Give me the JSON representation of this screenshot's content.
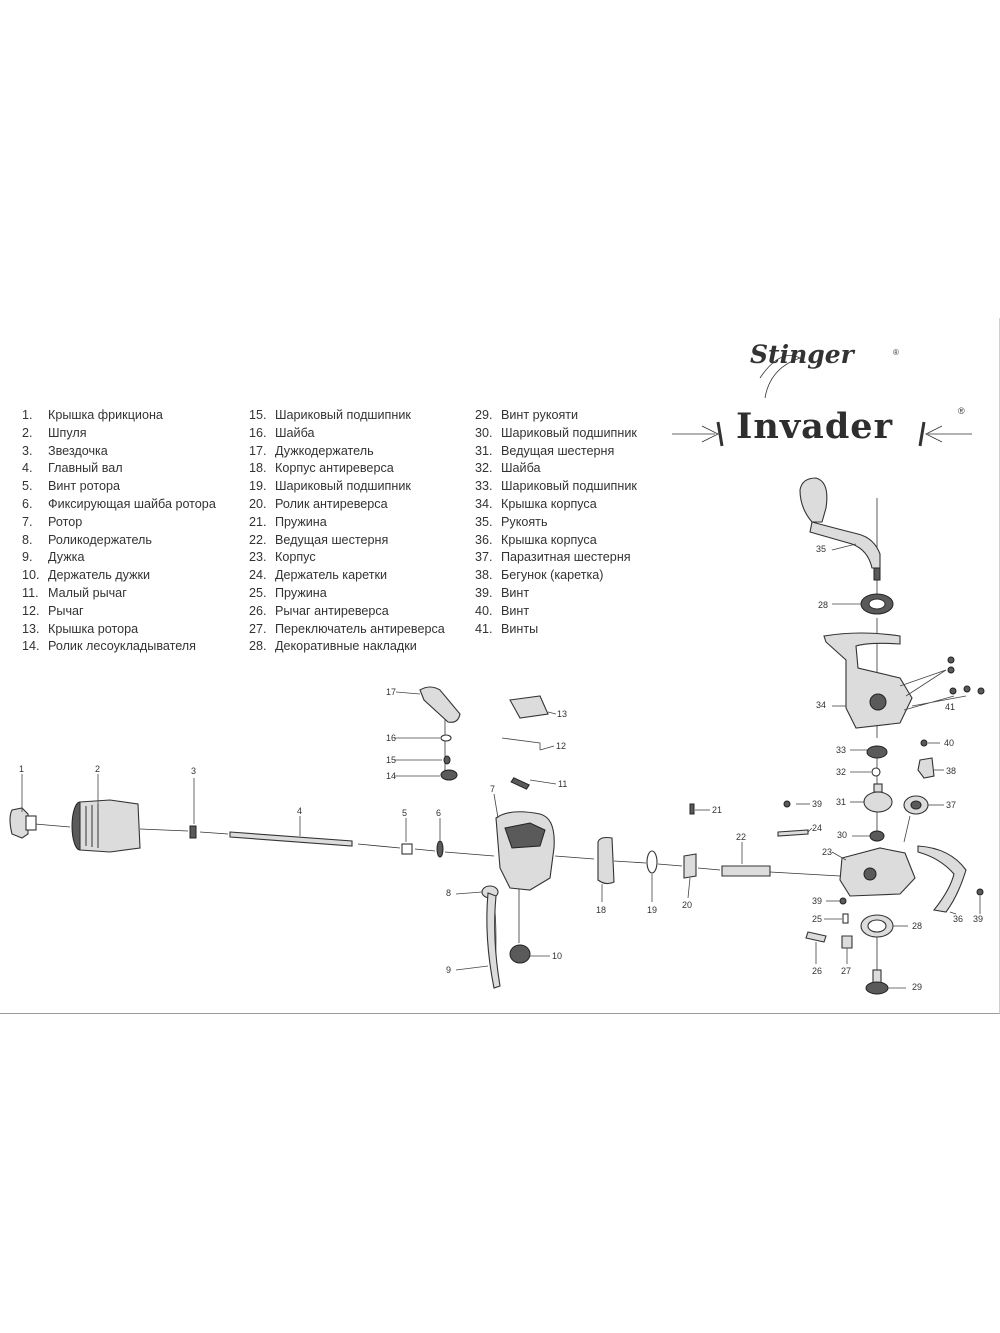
{
  "brand": {
    "name": "Stinger",
    "registered": "®"
  },
  "model": {
    "name": "Invader",
    "registered": "®"
  },
  "parts_list": {
    "column1": [
      {
        "num": "1.",
        "name": "Крышка фрикциона"
      },
      {
        "num": "2.",
        "name": "Шпуля"
      },
      {
        "num": "3.",
        "name": "Звездочка"
      },
      {
        "num": "4.",
        "name": "Главный вал"
      },
      {
        "num": "5.",
        "name": "Винт ротора"
      },
      {
        "num": "6.",
        "name": "Фиксирующая шайба ротора"
      },
      {
        "num": "7.",
        "name": "Ротор"
      },
      {
        "num": "8.",
        "name": "Роликодержатель"
      },
      {
        "num": "9.",
        "name": "Дужка"
      },
      {
        "num": "10.",
        "name": "Держатель дужки"
      },
      {
        "num": "11.",
        "name": "Малый рычаг"
      },
      {
        "num": "12.",
        "name": "Рычаг"
      },
      {
        "num": "13.",
        "name": "Крышка ротора"
      },
      {
        "num": "14.",
        "name": "Ролик лесоукладывателя"
      }
    ],
    "column2": [
      {
        "num": "15.",
        "name": "Шариковый подшипник"
      },
      {
        "num": "16.",
        "name": "Шайба"
      },
      {
        "num": "17.",
        "name": "Дужкодержатель"
      },
      {
        "num": "18.",
        "name": "Корпус антиреверса"
      },
      {
        "num": "19.",
        "name": "Шариковый подшипник"
      },
      {
        "num": "20.",
        "name": "Ролик антиреверса"
      },
      {
        "num": "21.",
        "name": "Пружина"
      },
      {
        "num": "22.",
        "name": "Ведущая шестерня"
      },
      {
        "num": "23.",
        "name": "Корпус"
      },
      {
        "num": "24.",
        "name": "Держатель каретки"
      },
      {
        "num": "25.",
        "name": "Пружина"
      },
      {
        "num": "26.",
        "name": "Рычаг антиреверса"
      },
      {
        "num": "27.",
        "name": "Переключатель антиреверса"
      },
      {
        "num": "28.",
        "name": "Декоративные накладки"
      }
    ],
    "column3": [
      {
        "num": "29.",
        "name": "Винт рукояти"
      },
      {
        "num": "30.",
        "name": "Шариковый подшипник"
      },
      {
        "num": "31.",
        "name": "Ведущая шестерня"
      },
      {
        "num": "32.",
        "name": "Шайба"
      },
      {
        "num": "33.",
        "name": "Шариковый подшипник"
      },
      {
        "num": "34.",
        "name": "Крышка корпуса"
      },
      {
        "num": "35.",
        "name": "Рукоять"
      },
      {
        "num": "36.",
        "name": "Крышка корпуса"
      },
      {
        "num": "37.",
        "name": "Паразитная шестерня"
      },
      {
        "num": "38.",
        "name": "Бегунок (каретка)"
      },
      {
        "num": "39.",
        "name": "Винт"
      },
      {
        "num": "40.",
        "name": "Винт"
      },
      {
        "num": "41.",
        "name": "Винты"
      }
    ]
  },
  "callouts": [
    "1",
    "2",
    "3",
    "4",
    "5",
    "6",
    "7",
    "8",
    "9",
    "10",
    "11",
    "12",
    "13",
    "14",
    "15",
    "16",
    "17",
    "18",
    "19",
    "20",
    "21",
    "22",
    "23",
    "24",
    "25",
    "26",
    "27",
    "28",
    "29",
    "30",
    "31",
    "32",
    "33",
    "34",
    "35",
    "36",
    "37",
    "38",
    "39",
    "40",
    "41"
  ]
}
